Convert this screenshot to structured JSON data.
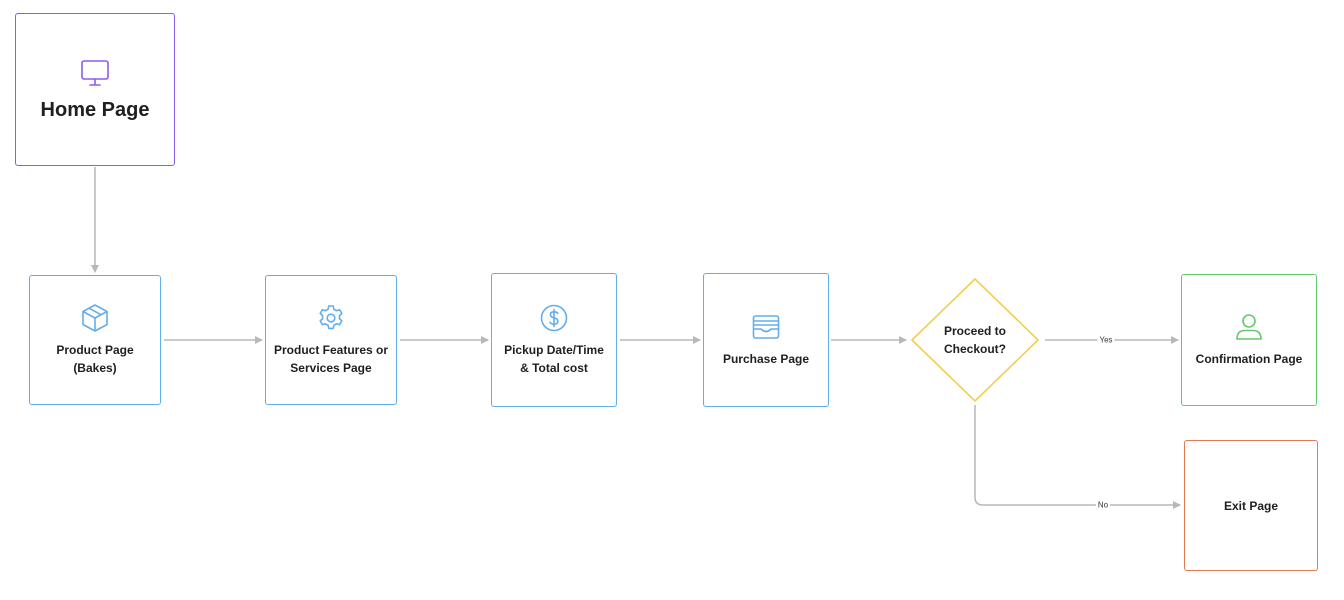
{
  "nodes": {
    "home": {
      "label": "Home Page",
      "icon": "monitor-icon",
      "color": "#8a5cf0"
    },
    "product": {
      "label": "Product Page\n(Bakes)",
      "icon": "box-icon"
    },
    "features": {
      "label": "Product Features or\nServices Page",
      "icon": "gear-icon"
    },
    "pickup": {
      "label": "Pickup Date/Time\n& Total cost",
      "icon": "dollar-icon"
    },
    "purchase": {
      "label": "Purchase Page",
      "icon": "wallet-icon"
    },
    "decision": {
      "label": "Proceed to\nCheckout?",
      "color": "#f1cf4d"
    },
    "confirmation": {
      "label": "Confirmation Page",
      "icon": "user-icon",
      "color": "#63c96a"
    },
    "exit": {
      "label": "Exit Page",
      "color": "#e27a52"
    }
  },
  "edges": {
    "yes_label": "Yes",
    "no_label": "No"
  },
  "colors": {
    "step": "#62adeb",
    "connector": "#b8b8b8"
  }
}
